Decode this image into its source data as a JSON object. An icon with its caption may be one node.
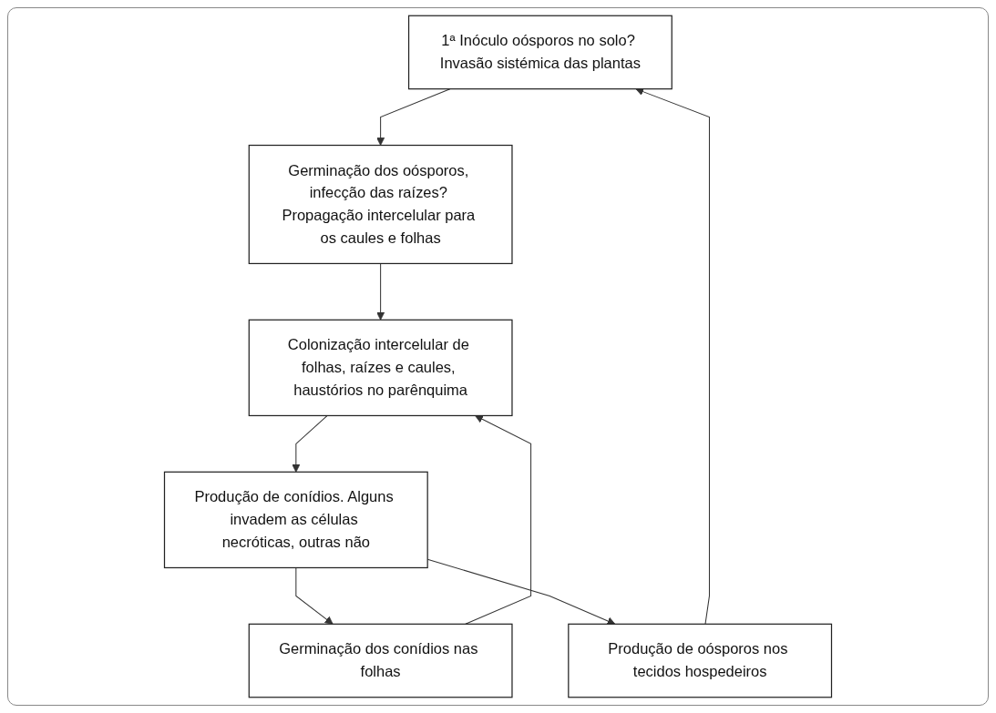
{
  "diagram": {
    "nodes": [
      {
        "text": [
          "1ª Inóculo oósporos no solo? Invasão sistémica das plantas"
        ]
      },
      {
        "text": [
          "Germinação dos oósporos, infecção das raízes? Propagação intercelular para os caules e folhas"
        ]
      },
      {
        "text": [
          "Germinação dos conídios nas folhas"
        ]
      },
      {
        "text": [
          "Colonização intercelular de folhas, raízes e caules, haustórios no parênquima"
        ]
      },
      {
        "text": [
          "Produção de conídios. Alguns invadem as células necróticas, outras não"
        ]
      },
      {
        "text": [
          "Produção de oósporos nos tecidos hospedeiros"
        ]
      }
    ],
    "edges": [
      {
        "from": 0,
        "to": 1,
        "arrow": "to"
      },
      {
        "from": 1,
        "to": 3,
        "arrow": "to"
      },
      {
        "from": 2,
        "to": 3,
        "arrow": "to"
      },
      {
        "from": 3,
        "to": 4,
        "arrow": "to"
      },
      {
        "from": 4,
        "to": 2,
        "arrow": "to"
      },
      {
        "from": 4,
        "to": 5,
        "arrow": "to"
      },
      {
        "from": 5,
        "to": 0,
        "arrow": "to"
      }
    ]
  }
}
